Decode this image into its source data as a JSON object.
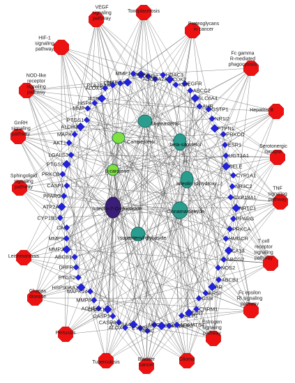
{
  "colors": {
    "pathway": "#ee1111",
    "pathway_stroke": "#bb0000",
    "target": "#2222dd",
    "target_stroke": "#000099",
    "ingredient_teal": "#2a9d8f",
    "ingredient_green": "#80e040",
    "ingredient_purple": "#3a1e78",
    "edge": "#444444"
  },
  "pathways": [
    {
      "id": "p1",
      "label": "Toxoplasmosis"
    },
    {
      "id": "p2",
      "label": "VEGF signaling pathway"
    },
    {
      "id": "p3",
      "label": "Proteoglycans in cancer"
    },
    {
      "id": "p4",
      "label": "HIF-1 signaling pathway"
    },
    {
      "id": "p5",
      "label": "Fc gamma R-mediated phagocytosis"
    },
    {
      "id": "p6",
      "label": "NOD-like receptor signaling pathway"
    },
    {
      "id": "p7",
      "label": "Hepatitis B"
    },
    {
      "id": "p8",
      "label": "GnRH signaling pathway"
    },
    {
      "id": "p9",
      "label": "Serotonergic synapse"
    },
    {
      "id": "p10",
      "label": "TNF signaling pathway"
    },
    {
      "id": "p11",
      "label": "Sphingolipid signaling pathway"
    },
    {
      "id": "p12",
      "label": "T cell receptor signaling pathway"
    },
    {
      "id": "p13",
      "label": "Leishmaniasis"
    },
    {
      "id": "p14",
      "label": "Fc epsilon RI signaling pathway"
    },
    {
      "id": "p15",
      "label": "Chagas disease"
    },
    {
      "id": "p16",
      "label": "Estrogen signaling pathway"
    },
    {
      "id": "p17",
      "label": "Pertussis"
    },
    {
      "id": "p18",
      "label": "Glioma"
    },
    {
      "id": "p19",
      "label": "Tuberculosis"
    },
    {
      "id": "p20",
      "label": "Bladder cancer"
    }
  ],
  "targets": [
    "MAPK1",
    "CDK1",
    "PLA2G2A",
    "ALOX5",
    "IL1B",
    "HSPA",
    "MMP",
    "PTGS1",
    "ALDH2",
    "MAPK",
    "AKT1",
    "LGALS3",
    "PTGS2",
    "PRKCB",
    "CASP1",
    "PPARG",
    "ATP2A",
    "CYP1B1",
    "CA",
    "MMP9",
    "MMP3",
    "ABCB1",
    "DHFR",
    "PTGS2",
    "HSP90AA1",
    "MAPK14",
    "MMP8",
    "ACHE",
    "CHEK1",
    "CASP3",
    "CASP8",
    "ALOX",
    "CYP3A4",
    "CYP2C",
    "NR3C",
    "MPO",
    "STAT3",
    "PTGER2",
    "ADAMTS4",
    "ACP1",
    "SIRT",
    "CHRM1",
    "GSR",
    "ARSI",
    "AR",
    "ABCB1",
    "NOS2",
    "ABCG2",
    "CA13",
    "HMGCR",
    "PRKCA",
    "PPARG",
    "NR1C1",
    "CYP19A1",
    "NR3C2",
    "CYP1A1",
    "SELE",
    "UGT1A1",
    "ESR1",
    "PRKCD",
    "PTPN1",
    "NR1I2",
    "GSTP1",
    "AHR",
    "SLC6A4",
    "ABCC2",
    "EGFR",
    "KDR",
    "CDK2",
    "HDAC3",
    "ADORA2A",
    "PTPN22",
    "MMP2",
    "MMP1"
  ],
  "ingredients": [
    {
      "id": "i1",
      "label": "Stigmasterol"
    },
    {
      "id": "i2",
      "label": "Campesterol"
    },
    {
      "id": "i3",
      "label": "beta-sitosterol"
    },
    {
      "id": "i4",
      "label": "β-carotene"
    },
    {
      "id": "i5",
      "label": "luteolin-7-O-glucoside"
    },
    {
      "id": "i6",
      "label": "Cinnamaldehyde"
    },
    {
      "id": "i7",
      "label": "luteolin (dihydroxy...)"
    },
    {
      "id": "i8",
      "label": "Isopentenyl glycoside"
    }
  ]
}
